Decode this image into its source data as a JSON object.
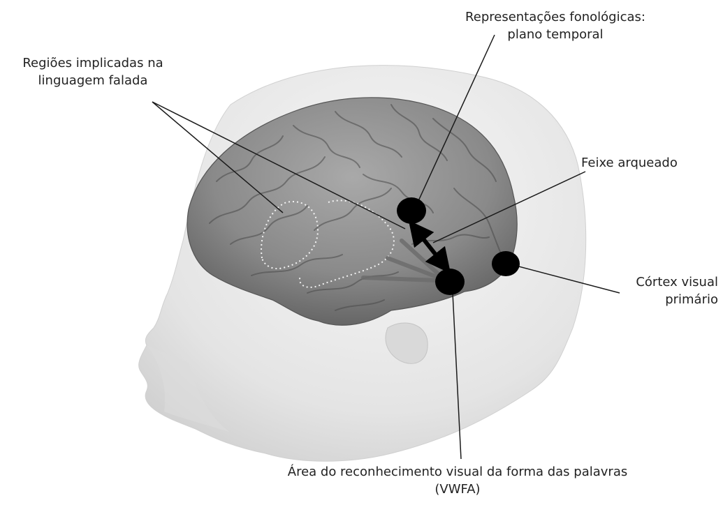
{
  "labels": {
    "phonological": {
      "line1": "Representações fonológicas:",
      "line2": "plano temporal"
    },
    "spoken_language": {
      "line1": "Regiões implicadas na",
      "line2": "linguagem falada"
    },
    "arcuate": {
      "line1": "Feixe arqueado"
    },
    "visual_cortex": {
      "line1": "Córtex visual",
      "line2": "primário"
    },
    "vwfa": {
      "line1": "Área do reconhecimento visual da forma das palavras",
      "line2": "(VWFA)"
    }
  },
  "colors": {
    "background": "#ffffff",
    "head": "#e6e6e6",
    "brain": "#8a8a8a",
    "marker": "#000000",
    "leader_line": "#1a1a1a",
    "text": "#222222"
  }
}
